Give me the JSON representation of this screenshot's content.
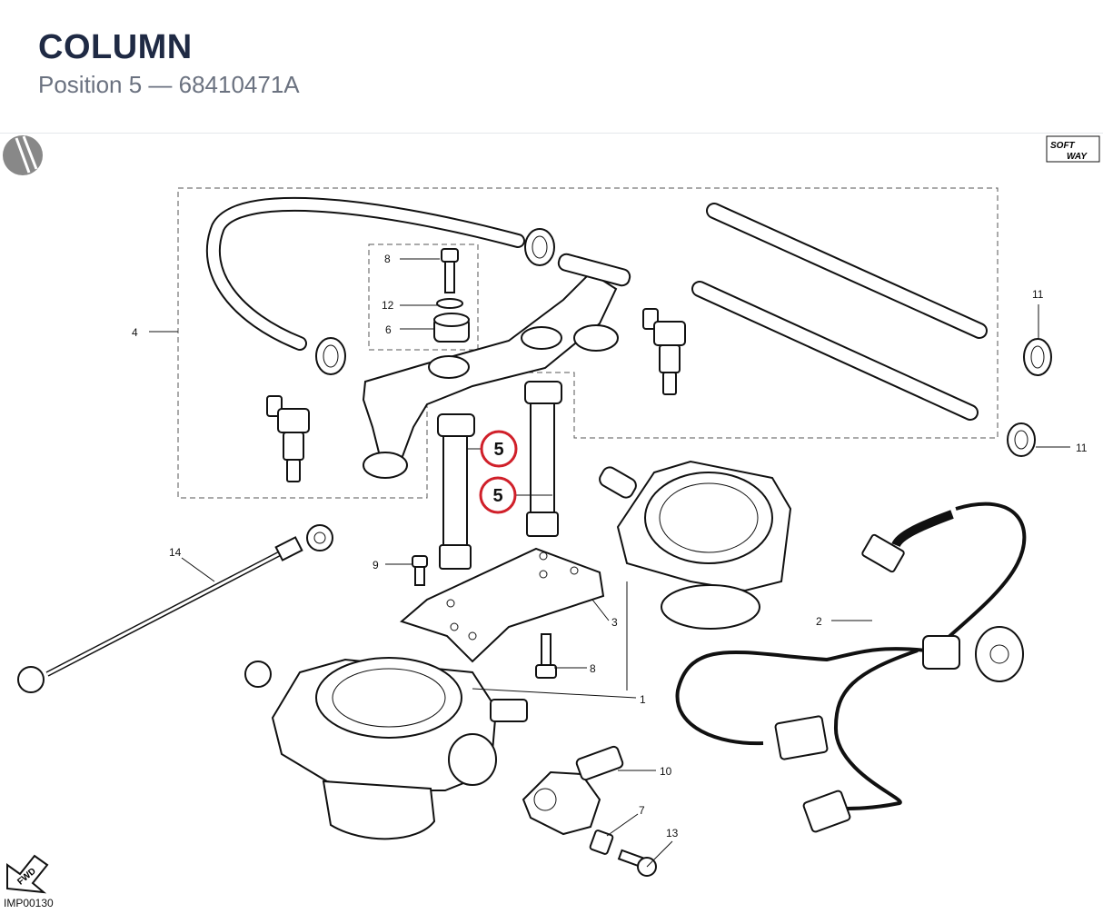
{
  "header": {
    "title": "COLUMN",
    "subtitle": "Position 5 — 68410471A"
  },
  "diagram_code": "IMP00130",
  "brand_logo_text": "SOFT WAY",
  "fwd_label": "FWD",
  "highlight": {
    "label": "5",
    "color": "#d0202a"
  },
  "callouts": {
    "c1": "1",
    "c2": "2",
    "c3": "3",
    "c4": "4",
    "c6": "6",
    "c7": "7",
    "c8a": "8",
    "c8b": "8",
    "c9": "9",
    "c10": "10",
    "c11a": "11",
    "c11b": "11",
    "c12": "12",
    "c13": "13",
    "c14": "14"
  },
  "highlighted_callouts": {
    "h1": "5",
    "h2": "5"
  }
}
